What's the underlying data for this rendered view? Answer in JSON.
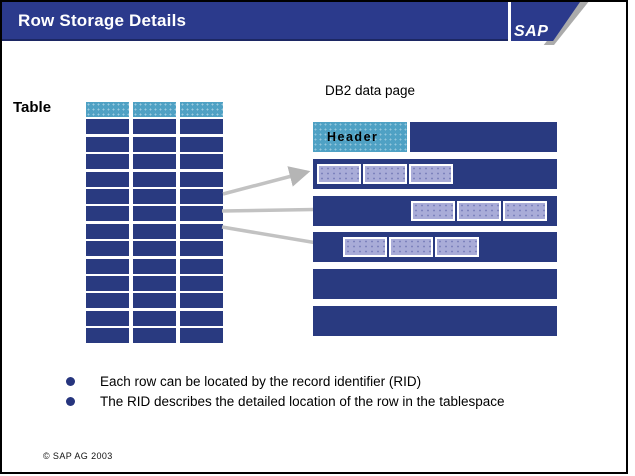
{
  "window": {
    "title": "Row Storage Details",
    "logo": "SAP",
    "copyright": "©  SAP AG 2003"
  },
  "diagram": {
    "table_label": "Table",
    "table": {
      "columns": 3,
      "header_rows": 1,
      "body_rows": 13
    },
    "page_label": "DB2 data page",
    "bars": [
      {
        "kind": "header",
        "label": "Header"
      },
      {
        "kind": "cells",
        "cells": 3,
        "indent": "left"
      },
      {
        "kind": "cells",
        "cells": 3,
        "indent": "middle"
      },
      {
        "kind": "cells",
        "cells": 3,
        "indent": "inset"
      },
      {
        "kind": "plain"
      },
      {
        "kind": "plain"
      }
    ],
    "arrow_count": 3
  },
  "bullets": [
    "Each row can be located by the record identifier (RID)",
    "The RID describes the detailed location of the row in the tablespace"
  ],
  "colors": {
    "header_navy": "#2b3a8c",
    "row_navy": "#293a80",
    "teal": "#4fa1c4",
    "lavender": "#a9acd8",
    "arrow_gray": "#c2c2c2",
    "bullet_navy": "#26357e"
  }
}
